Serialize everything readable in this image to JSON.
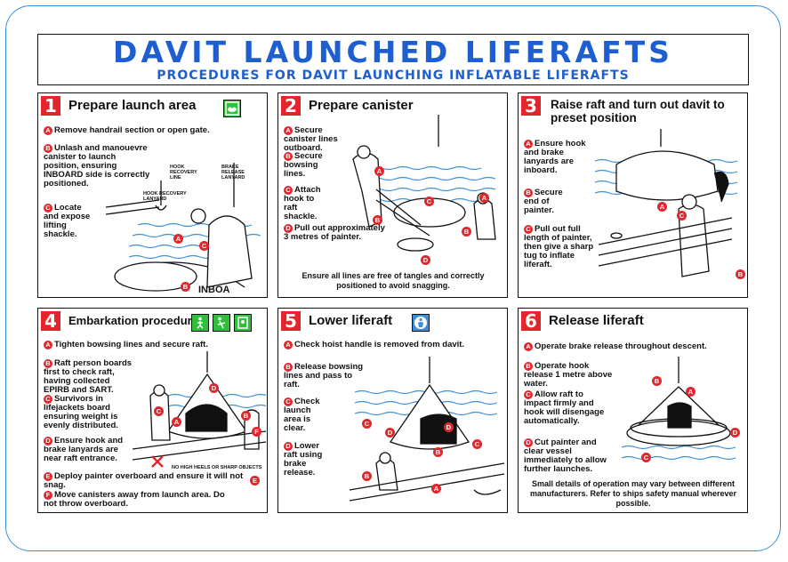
{
  "header": {
    "title": "DAVIT LAUNCHED LIFERAFTS",
    "subtitle": "PROCEDURES FOR DAVIT LAUNCHING INFLATABLE LIFERAFTS"
  },
  "colors": {
    "accent": "#1d5fd1",
    "step_red": "#e3262b",
    "sign_green": "#2fbf3a",
    "sign_blue": "#3a8fd8",
    "sea": "#3a8fd8"
  },
  "panels": [
    {
      "number": "1",
      "title": "Prepare launch area",
      "steps": [
        {
          "letter": "A",
          "text": "Remove handrail section or open gate."
        },
        {
          "letter": "B",
          "text": "Unlash and manouevre canister to launch position, ensuring INBOARD side is correctly positioned."
        },
        {
          "letter": "C",
          "text": "Locate and expose lifting shackle."
        }
      ],
      "labels": [
        "HOOK RECOVERY LINE",
        "BRAKE RELEASE LANYARD",
        "HOOK RECOVERY LANYARD",
        "INBOA"
      ]
    },
    {
      "number": "2",
      "title": "Prepare canister",
      "steps": [
        {
          "letter": "A",
          "text": "Secure canister lines outboard."
        },
        {
          "letter": "B",
          "text": "Secure bowsing lines."
        },
        {
          "letter": "C",
          "text": "Attach hook to raft shackle."
        },
        {
          "letter": "D",
          "text": "Pull out approximately 3 metres of painter."
        }
      ],
      "note": "Ensure all lines are free of tangles and correctly positioned to avoid snagging."
    },
    {
      "number": "3",
      "title": "Raise raft and turn out davit to preset position",
      "steps": [
        {
          "letter": "A",
          "text": "Ensure hook and brake lanyards are inboard."
        },
        {
          "letter": "B",
          "text": "Secure end of painter."
        },
        {
          "letter": "C",
          "text": "Pull out full length of painter, then give a sharp tug to inflate liferaft."
        }
      ]
    },
    {
      "number": "4",
      "title": "Embarkation procedure",
      "steps": [
        {
          "letter": "A",
          "text": "Tighten bowsing lines and secure raft."
        },
        {
          "letter": "B",
          "text": "Raft person boards first to check raft, having collected EPIRB and SART."
        },
        {
          "letter": "C",
          "text": "Survivors in lifejackets board ensuring weight is evenly distributed."
        },
        {
          "letter": "D",
          "text": "Ensure hook and brake lanyards are near raft entrance."
        },
        {
          "letter": "E",
          "text": "Deploy painter overboard and ensure it will not snag."
        },
        {
          "letter": "F",
          "text": "Move canisters away from launch area. Do not throw overboard."
        }
      ],
      "warning": "NO HIGH HEELS OR SHARP OBJECTS"
    },
    {
      "number": "5",
      "title": "Lower liferaft",
      "steps": [
        {
          "letter": "A",
          "text": "Check hoist handle is removed from davit."
        },
        {
          "letter": "B",
          "text": "Release bowsing lines and pass to raft."
        },
        {
          "letter": "C",
          "text": "Check launch area is clear."
        },
        {
          "letter": "D",
          "text": "Lower raft using brake release."
        }
      ]
    },
    {
      "number": "6",
      "title": "Release liferaft",
      "steps": [
        {
          "letter": "A",
          "text": "Operate brake release throughout descent."
        },
        {
          "letter": "B",
          "text": "Operate hook release 1 metre above water."
        },
        {
          "letter": "C",
          "text": "Allow raft to impact firmly and hook will disengage automatically."
        },
        {
          "letter": "D",
          "text": "Cut painter and clear vessel immediately to allow further launches."
        }
      ],
      "note": "Small details of operation may vary between different manufacturers. Refer to ships safety manual wherever possible."
    }
  ]
}
